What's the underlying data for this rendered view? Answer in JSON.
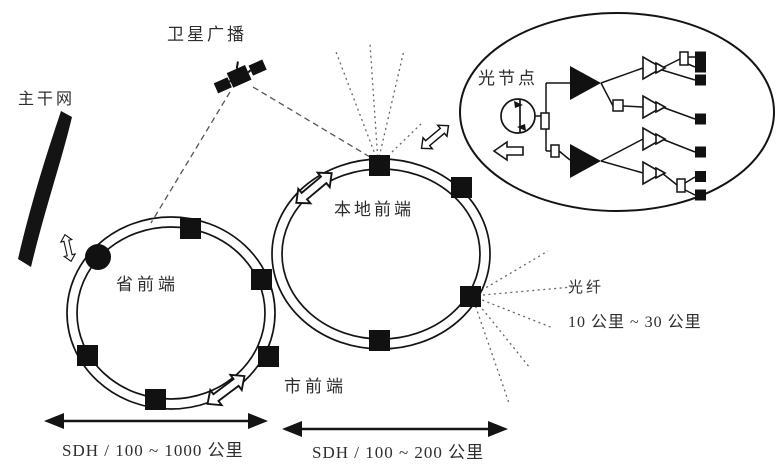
{
  "figure": {
    "background": "#ffffff",
    "ink": "#1c1c1c",
    "faint_ink": "#555555",
    "labels": {
      "satellite_broadcast": "卫星广播",
      "backbone_network": "主干网",
      "optical_node": "光节点",
      "provincial_headend": "省前端",
      "local_headend": "本地前端",
      "city_headend": "市前端",
      "optical_fiber": "光纤",
      "fiber_distance_range": "10 公里 ~ 30 公里",
      "provincial_ring_scale": "SDH / 100 ~ 1000 公里",
      "city_ring_scale": "SDH / 100 ~ 200 公里"
    },
    "structure": {
      "provincial_ring_square_nodes": 5,
      "provincial_ring_circle_nodes": 1,
      "city_ring_square_nodes": 4,
      "trunk_amplifiers": 2,
      "distribution_amplifiers": 4,
      "subscriber_terminals": 7
    }
  }
}
